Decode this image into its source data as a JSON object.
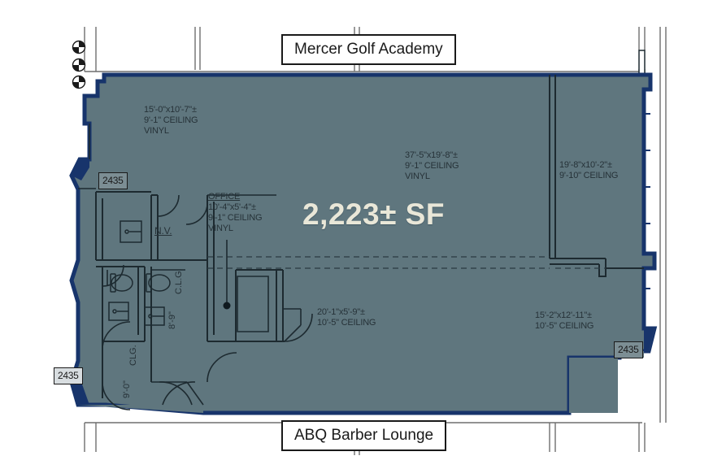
{
  "plan": {
    "title_top": "Mercer Golf Academy",
    "title_bottom": "ABQ Barber Lounge",
    "area_label": "2,223± SF",
    "colors": {
      "fill": "#5f767e",
      "outline": "#17346b",
      "wall_line": "#1d2a30",
      "area_text": "#e9e7d8",
      "note_text": "#263238",
      "paper": "#ffffff"
    },
    "suite_tags": [
      {
        "id": "tag-left-upper",
        "label": "2435"
      },
      {
        "id": "tag-left-lower",
        "label": "2435"
      },
      {
        "id": "tag-right",
        "label": "2435"
      }
    ],
    "room_notes": [
      {
        "id": "note-upper-left",
        "title": "",
        "lines": [
          "15'-0\"x10'-7\"±",
          "9'-1\"  CEILING",
          "VINYL"
        ]
      },
      {
        "id": "note-center",
        "title": "",
        "lines": [
          "37'-5\"x19'-8\"±",
          "9'-1\"  CEILING",
          "VINYL"
        ]
      },
      {
        "id": "note-right-upper",
        "title": "",
        "lines": [
          "19'-8\"x10'-2\"±",
          "9'-10\"  CEILING"
        ]
      },
      {
        "id": "note-office",
        "title": "OFFICE",
        "lines": [
          "10'-4\"x5'-4\"±",
          "9'-1\"  CEILING",
          "VINYL"
        ]
      },
      {
        "id": "note-lower-center",
        "title": "",
        "lines": [
          "20'-1\"x5'-9\"±",
          "10'-5\"  CEILING"
        ]
      },
      {
        "id": "note-right-lower",
        "title": "",
        "lines": [
          "15'-2\"x12'-11\"±",
          "10'-5\"  CEILING"
        ]
      }
    ],
    "small_labels": [
      {
        "id": "label-nv",
        "text": "N.V."
      }
    ],
    "vertical_notes": [
      {
        "id": "vnote-restroom-clg",
        "text": "C.L.G."
      },
      {
        "id": "vnote-restroom-height",
        "text": "8'-9\""
      },
      {
        "id": "vnote-vestibule-clg",
        "text": "CLG."
      },
      {
        "id": "vnote-vestibule-height",
        "text": "9'-0\""
      }
    ],
    "grid_markers": [
      {
        "id": "grid-marker-1"
      },
      {
        "id": "grid-marker-2"
      },
      {
        "id": "grid-marker-3"
      }
    ]
  }
}
